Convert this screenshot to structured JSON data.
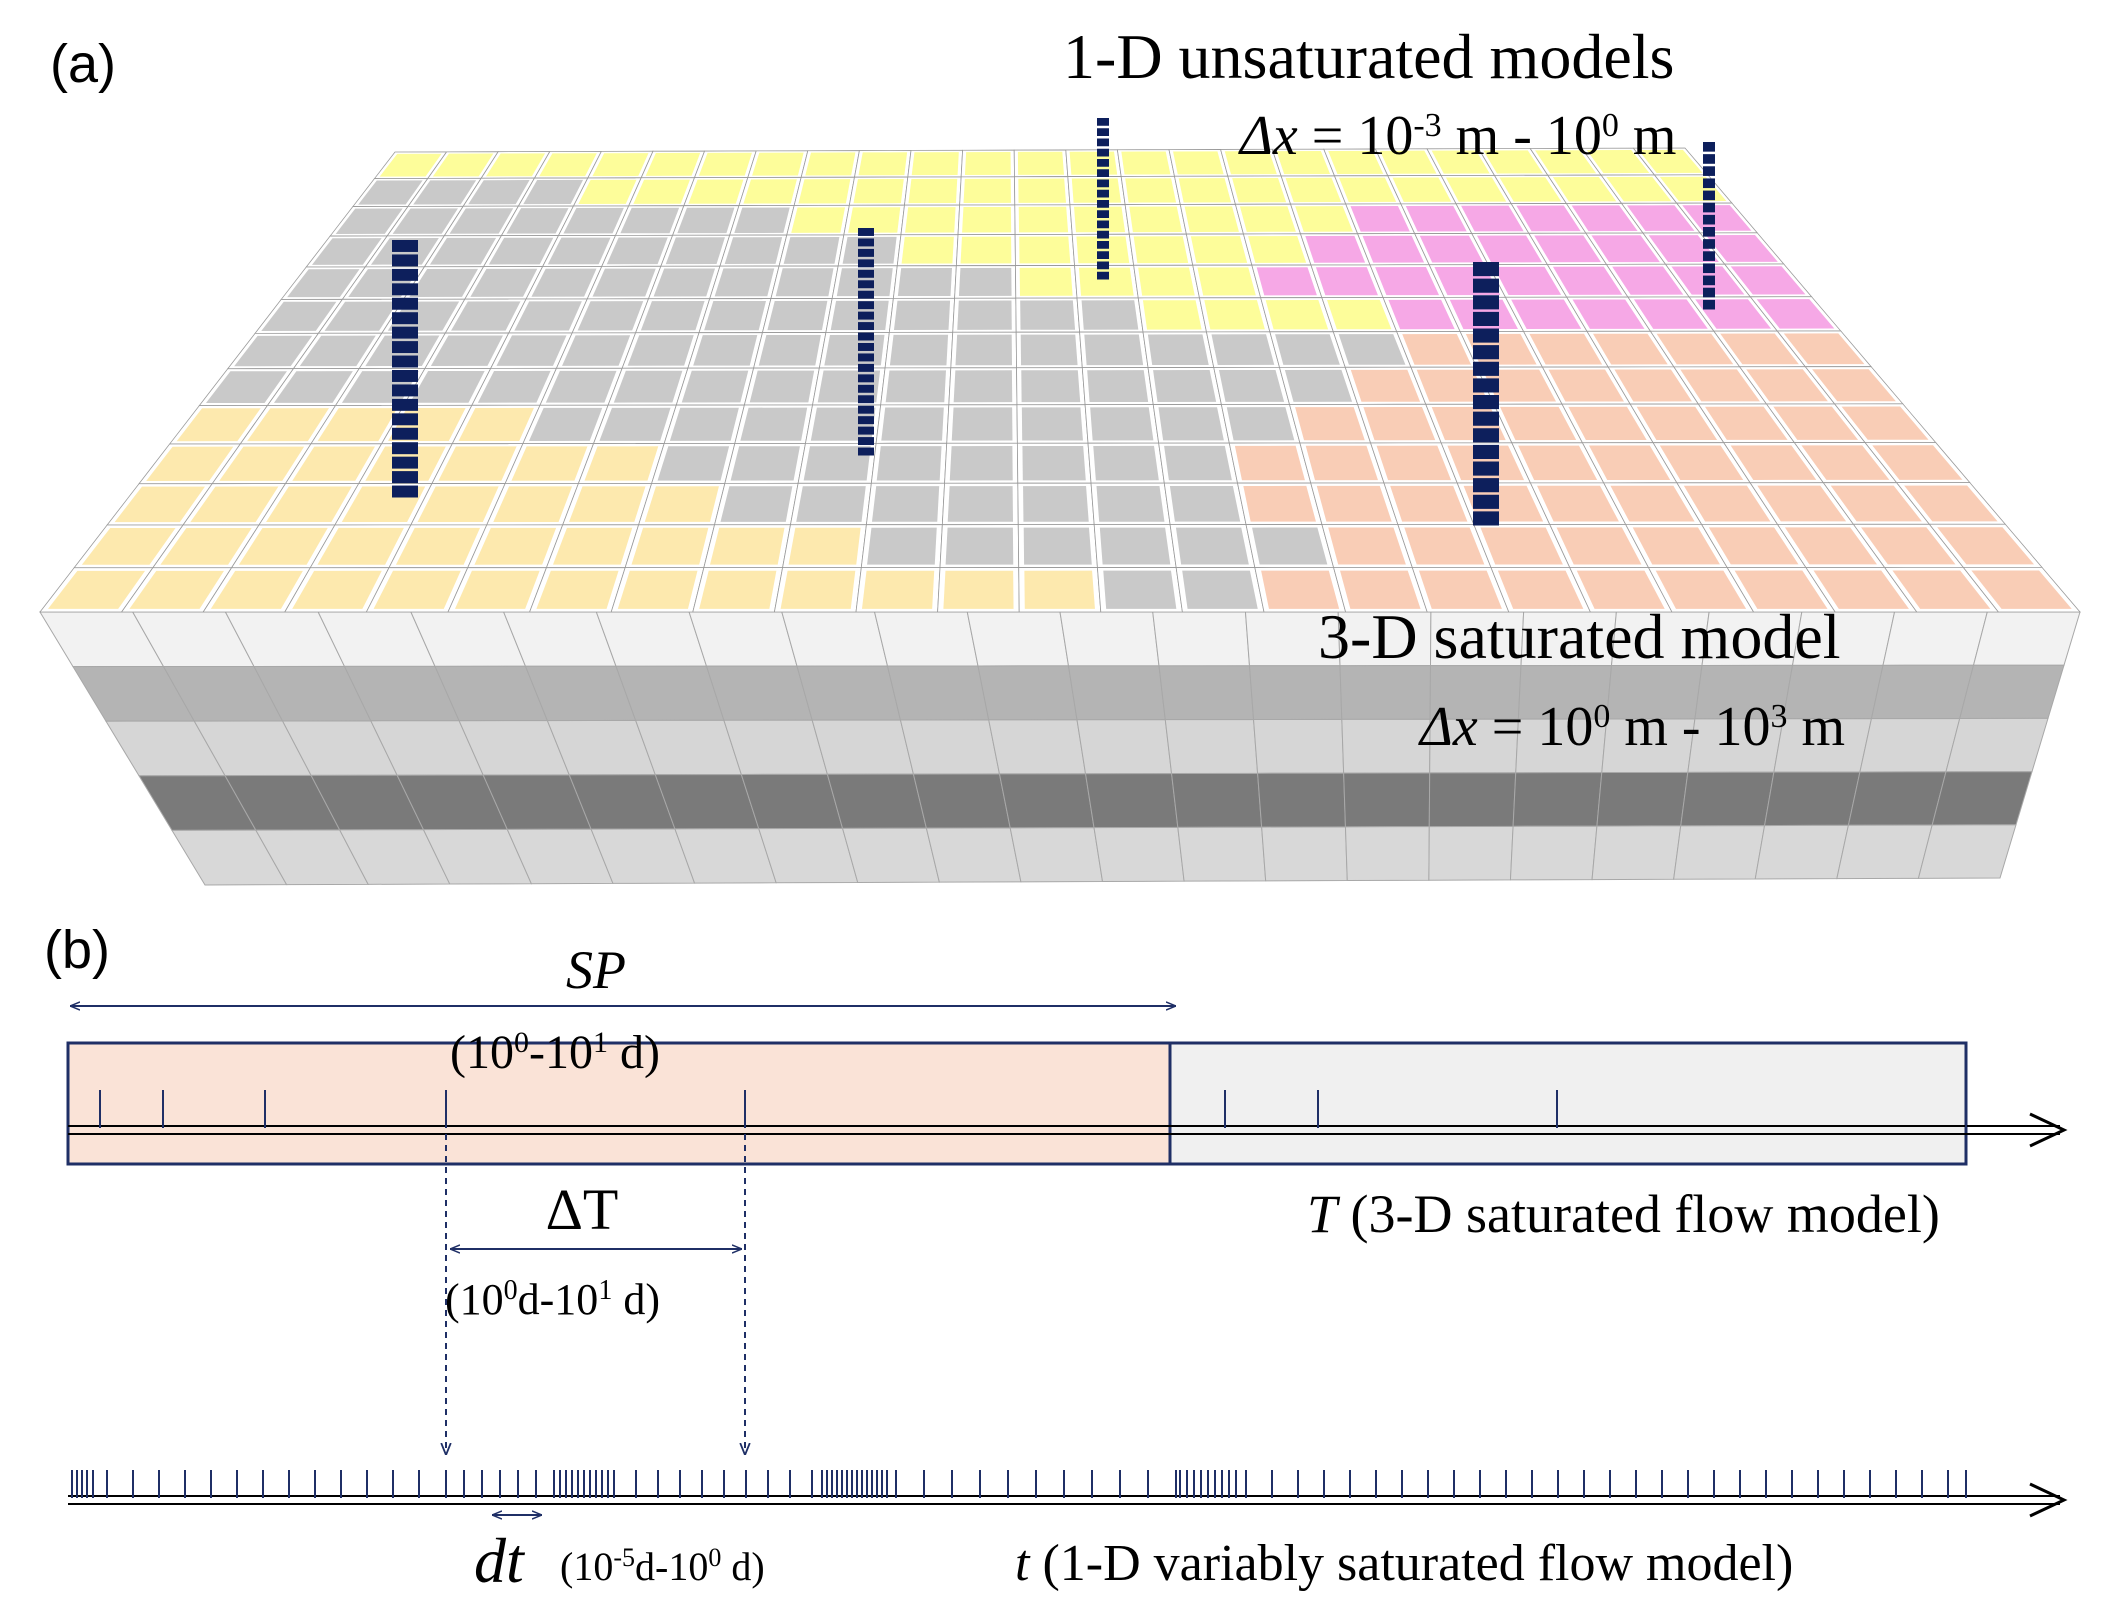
{
  "panel_a": {
    "label": "(a)",
    "unsat_title": "1-D unsaturated models",
    "unsat_dx": {
      "lhs": "Δx",
      "eq": " = 10",
      "exp1": "-3",
      "mid": " m - 10",
      "exp2": "0",
      "unit": " m"
    },
    "sat_title": "3-D saturated model",
    "sat_dx": {
      "lhs": "Δx",
      "eq": " = 10",
      "exp1": "0",
      "mid": " m - 10",
      "exp2": "3",
      "unit": " m"
    },
    "colors": {
      "yellow": "#fdfd9a",
      "grey": "#c9c9c9",
      "pink": "#f6a8e6",
      "salmon": "#f9cdb6",
      "light_orange": "#fde9ae",
      "column": "#0d1f5c",
      "layer_colors": [
        "#f2f2f2",
        "#b4b4b4",
        "#d6d6d6",
        "#7a7a7a",
        "#d8d8d8"
      ]
    },
    "zone_map": [
      "YYYYYYYYYYYYYYYYYYYYYYYYY",
      "GGGGYYYYYYYYYYYYYYYYYYYYY",
      "GGGGGGGGYYYYYYYYYYPPPPPPP",
      "GGGGGGGGGGYYYYYYYPPPPPPPP",
      "GGGGGGGGGGGGYYYYPPPPPPPPP",
      "GGGGGGGGGGGGGGYYYYPPPPPPP",
      "GGGGGGGGGGGGGGGGGGSSSSSSS",
      "GGGGGGGGGGGGGGGGGSSSSSSSS",
      "OOOOOGGGGGGGGGGGSSSSSSSSS",
      "OOOOOOOGGGGGGGGSSSSSSSSSS",
      "OOOOOOOOGGGGGGGSSSSSSSSSS",
      "OOOOOOOOOOGGGGGGSSSSSSSSS",
      "OOOOOOOOOOOOOGGSSSSSSSSSS"
    ]
  },
  "panel_b": {
    "label": "(b)",
    "sp_label": "SP",
    "sp_range": {
      "a": "(10",
      "e1": "0",
      "b": "-10",
      "e2": "1",
      "c": " d)"
    },
    "dT_label": "ΔT",
    "dT_range": {
      "a": "(10",
      "e1": "0",
      "b": "d-10",
      "e2": "1",
      "c": " d)"
    },
    "T_axis": {
      "var": "T",
      "text": " (3-D saturated flow model)"
    },
    "t_axis": {
      "var": "t",
      "text": " (1-D variably saturated flow model)"
    },
    "dt_label": "dt",
    "dt_range": {
      "a": "(10",
      "e1": "-5",
      "b": "d-10",
      "e2": "0",
      "c": " d)"
    },
    "colors": {
      "sp_fill": "#fae3d7",
      "next_fill": "#f0f0f0",
      "box_stroke": "#1f2f66",
      "tick": "#1f2f66",
      "arrow": "#000000"
    }
  }
}
